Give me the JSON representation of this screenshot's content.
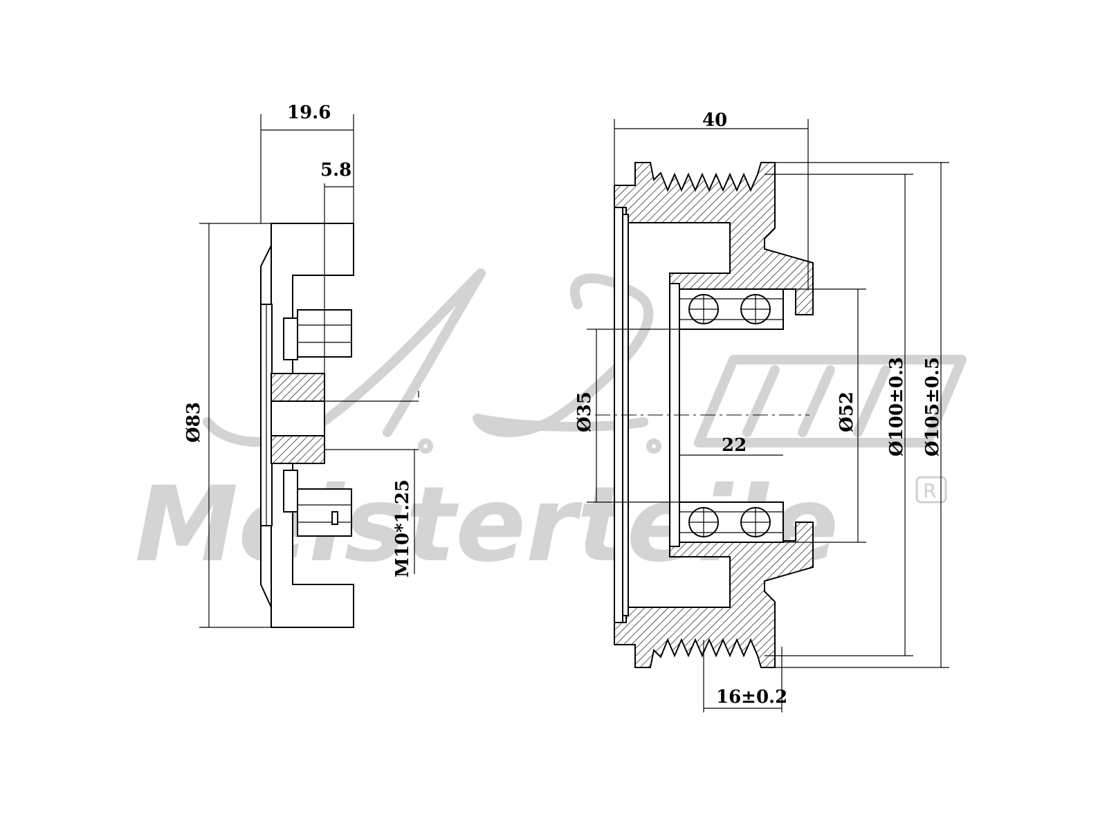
{
  "diagram": {
    "left_view": {
      "dim_width": "19.6",
      "dim_offset": "5.8",
      "dim_diameter": "Ø83",
      "dim_thread": "M10*1.25"
    },
    "right_view": {
      "dim_width": "40",
      "dim_bore": "Ø35",
      "dim_bearing_od": "Ø52",
      "dim_inner": "22",
      "dim_groove_dia": "Ø100±0.3",
      "dim_outer_dia": "Ø105±0.5",
      "dim_belt_width": "16±0.2"
    }
  },
  "watermark": {
    "brand_line": "Meisterteile",
    "registered_mark": "R"
  },
  "colors": {
    "ink": "#000000",
    "watermark": "#d3d3d3"
  }
}
